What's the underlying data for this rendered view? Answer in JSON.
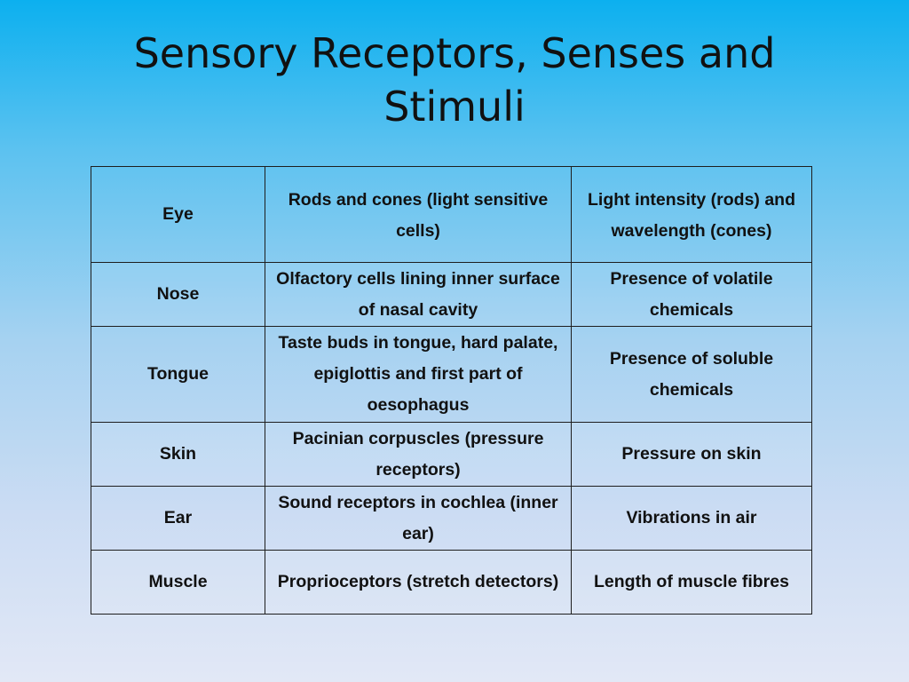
{
  "slide": {
    "title": "Sensory Receptors, Senses and Stimuli"
  },
  "table": {
    "rows": [
      {
        "organ": "Eye",
        "receptor": "Rods and cones (light sensitive cells)",
        "stimulus": "Light intensity (rods) and wavelength (cones)"
      },
      {
        "organ": "Nose",
        "receptor": "Olfactory cells lining inner surface of  nasal cavity",
        "stimulus": "Presence of volatile chemicals"
      },
      {
        "organ": "Tongue",
        "receptor": "Taste buds in tongue, hard palate, epiglottis and first part of oesophagus",
        "stimulus": "Presence of soluble chemicals"
      },
      {
        "organ": "Skin",
        "receptor": "Pacinian corpuscles (pressure receptors)",
        "stimulus": "Pressure on skin"
      },
      {
        "organ": "Ear",
        "receptor": "Sound receptors in cochlea (inner ear)",
        "stimulus": "Vibrations in air"
      },
      {
        "organ": "Muscle",
        "receptor": "Proprioceptors  (stretch detectors)",
        "stimulus": "Length of muscle fibres"
      }
    ]
  }
}
